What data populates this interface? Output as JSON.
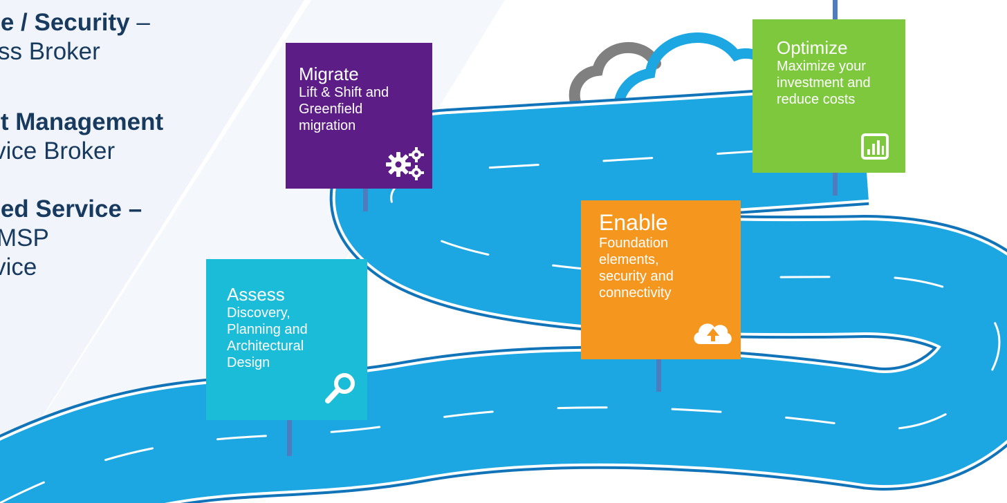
{
  "left_list": {
    "items": [
      {
        "head": "nce / Security",
        "tail": " –",
        "sub": "cess Broker"
      },
      {
        "head": "ost Management",
        "tail": "",
        "sub": "ervice Broker"
      },
      {
        "head": "aged Service –",
        "tail": "",
        "sub": "C/MSP",
        "sub2": "ervice"
      }
    ]
  },
  "signs": [
    {
      "id": "assess",
      "title": "Assess",
      "desc": [
        "Discovery,",
        "Planning and",
        "Architectural",
        "Design"
      ],
      "color": "#1bbcd8",
      "icon": "magnifier-icon"
    },
    {
      "id": "migrate",
      "title": "Migrate",
      "desc": [
        "Lift & Shift and",
        "Greenfield",
        "migration"
      ],
      "color": "#5c1e86",
      "icon": "gears-icon"
    },
    {
      "id": "enable",
      "title": "Enable",
      "desc": [
        "Foundation",
        "elements,",
        "security and",
        "connectivity"
      ],
      "color": "#f5961e",
      "icon": "cloud-upload-icon"
    },
    {
      "id": "optimize",
      "title": "Optimize",
      "desc": [
        "Maximize your",
        "investment and",
        "reduce costs"
      ],
      "color": "#7ec83e",
      "icon": "bar-chart-icon"
    }
  ],
  "colors": {
    "road": "#1ca7e2",
    "road_dark": "#1274b8",
    "cloud_blue": "#1ca7e2",
    "cloud_gray": "#808080",
    "text_navy": "#173a5e",
    "post": "#4f7bbf"
  }
}
